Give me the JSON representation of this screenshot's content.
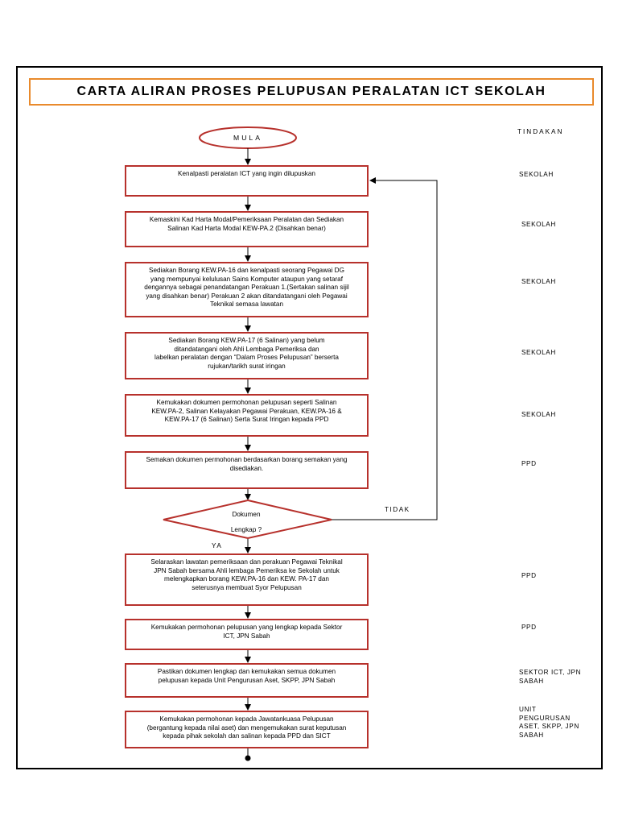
{
  "title": "CARTA ALIRAN PROSES PELUPUSAN PERALATAN ICT SEKOLAH",
  "tindakan_header": "TINDAKAN",
  "start": "MULA",
  "decision": {
    "line1": "Dokumen",
    "line2": "Lengkap ?",
    "no": "TIDAK",
    "yes": "YA"
  },
  "steps": [
    {
      "text": "Kenalpasti peralatan ICT yang ingin dilupuskan",
      "actor": "SEKOLAH"
    },
    {
      "text": "Kemaskini Kad Harta Modal/Pemeriksaan Peralatan dan Sediakan\nSalinan Kad Harta Modal KEW-PA.2 (Disahkan benar)",
      "actor": "SEKOLAH"
    },
    {
      "text": "Sediakan Borang KEW.PA-16 dan kenalpasti  seorang Pegawai DG\nyang mempunyai kelulusan Sains Komputer ataupun yang setaraf\ndengannya sebagai penandatangan Perakuan 1.(Sertakan salinan sijil\nyang disahkan benar) Perakuan 2 akan ditandatangani oleh Pegawai\nTeknikal semasa lawatan",
      "actor": "SEKOLAH"
    },
    {
      "text": "Sediakan  Borang KEW.PA-17 (6 Salinan) yang belum\nditandatangani oleh  Ahli Lembaga Pemeriksa  dan\nlabelkan peralatan dengan “Dalam Proses Pelupusan” berserta\nrujukan/tarikh surat iringan",
      "actor": "SEKOLAH"
    },
    {
      "text": "Kemukakan dokumen permohonan pelupusan seperti  Salinan\nKEW.PA-2, Salinan Kelayakan Pegawai Perakuan, KEW.PA-16 &\nKEW.PA-17 (6 Salinan) Serta Surat Iringan kepada PPD",
      "actor": "SEKOLAH"
    },
    {
      "text": "Semakan dokumen permohonan berdasarkan borang semakan yang\ndisediakan.",
      "actor": "PPD"
    },
    {
      "text": "Selaraskan lawatan pemeriksaan dan perakuan  Pegawai Teknikal\nJPN Sabah bersama  Ahli lembaga Pemeriksa ke Sekolah untuk\nmelengkapkan borang KEW.PA-16 dan KEW. PA-17 dan\nseterusnya membuat Syor Pelupusan",
      "actor": "PPD"
    },
    {
      "text": "Kemukakan permohonan pelupusan yang lengkap kepada Sektor\nICT, JPN Sabah",
      "actor": "PPD"
    },
    {
      "text": "Pastikan  dokumen lengkap dan kemukakan semua dokumen\npelupusan kepada Unit Pengurusan Aset, SKPP, JPN Sabah",
      "actor": "SEKTOR ICT, JPN\nSABAH"
    },
    {
      "text": "Kemukakan permohonan kepada Jawatankuasa Pelupusan\n(bergantung kepada nilai aset) dan mengemukakan surat keputusan\nkepada pihak sekolah dan salinan kepada PPD dan SICT",
      "actor": "UNIT\nPENGURUSAN\nASET, SKPP, JPN\nSABAH"
    }
  ]
}
